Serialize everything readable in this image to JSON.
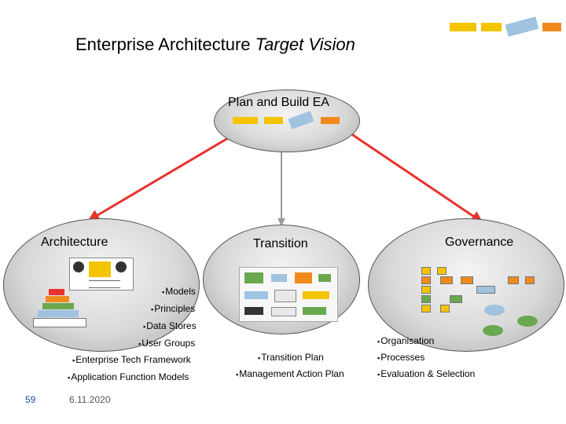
{
  "header": {
    "title_plain": "Enterprise Architecture ",
    "title_italic": "Target Vision"
  },
  "hub": {
    "label": "Plan and Build EA"
  },
  "nodes": {
    "architecture": {
      "label": "Architecture"
    },
    "transition": {
      "label": "Transition"
    },
    "governance": {
      "label": "Governance"
    }
  },
  "architecture_items": [
    "Models",
    "Principles",
    "Data Stores",
    "User Groups",
    "Enterprise Tech Framework",
    "Application Function Models"
  ],
  "transition_items": [
    "Transition Plan",
    "Management Action Plan"
  ],
  "governance_items": [
    "Organisation",
    "Processes",
    "Evaluation & Selection"
  ],
  "footer": {
    "page_number": "59",
    "date": "6.11.2020"
  },
  "colors": {
    "connector_red": "#e8322c",
    "connector_grey": "#9a9a9a",
    "chip_yellow": "#f5c400",
    "chip_blue": "#9fc3e0",
    "chip_orange": "#f08a1c",
    "chip_green": "#6aa84f",
    "page_number": "#1f4e9a"
  }
}
